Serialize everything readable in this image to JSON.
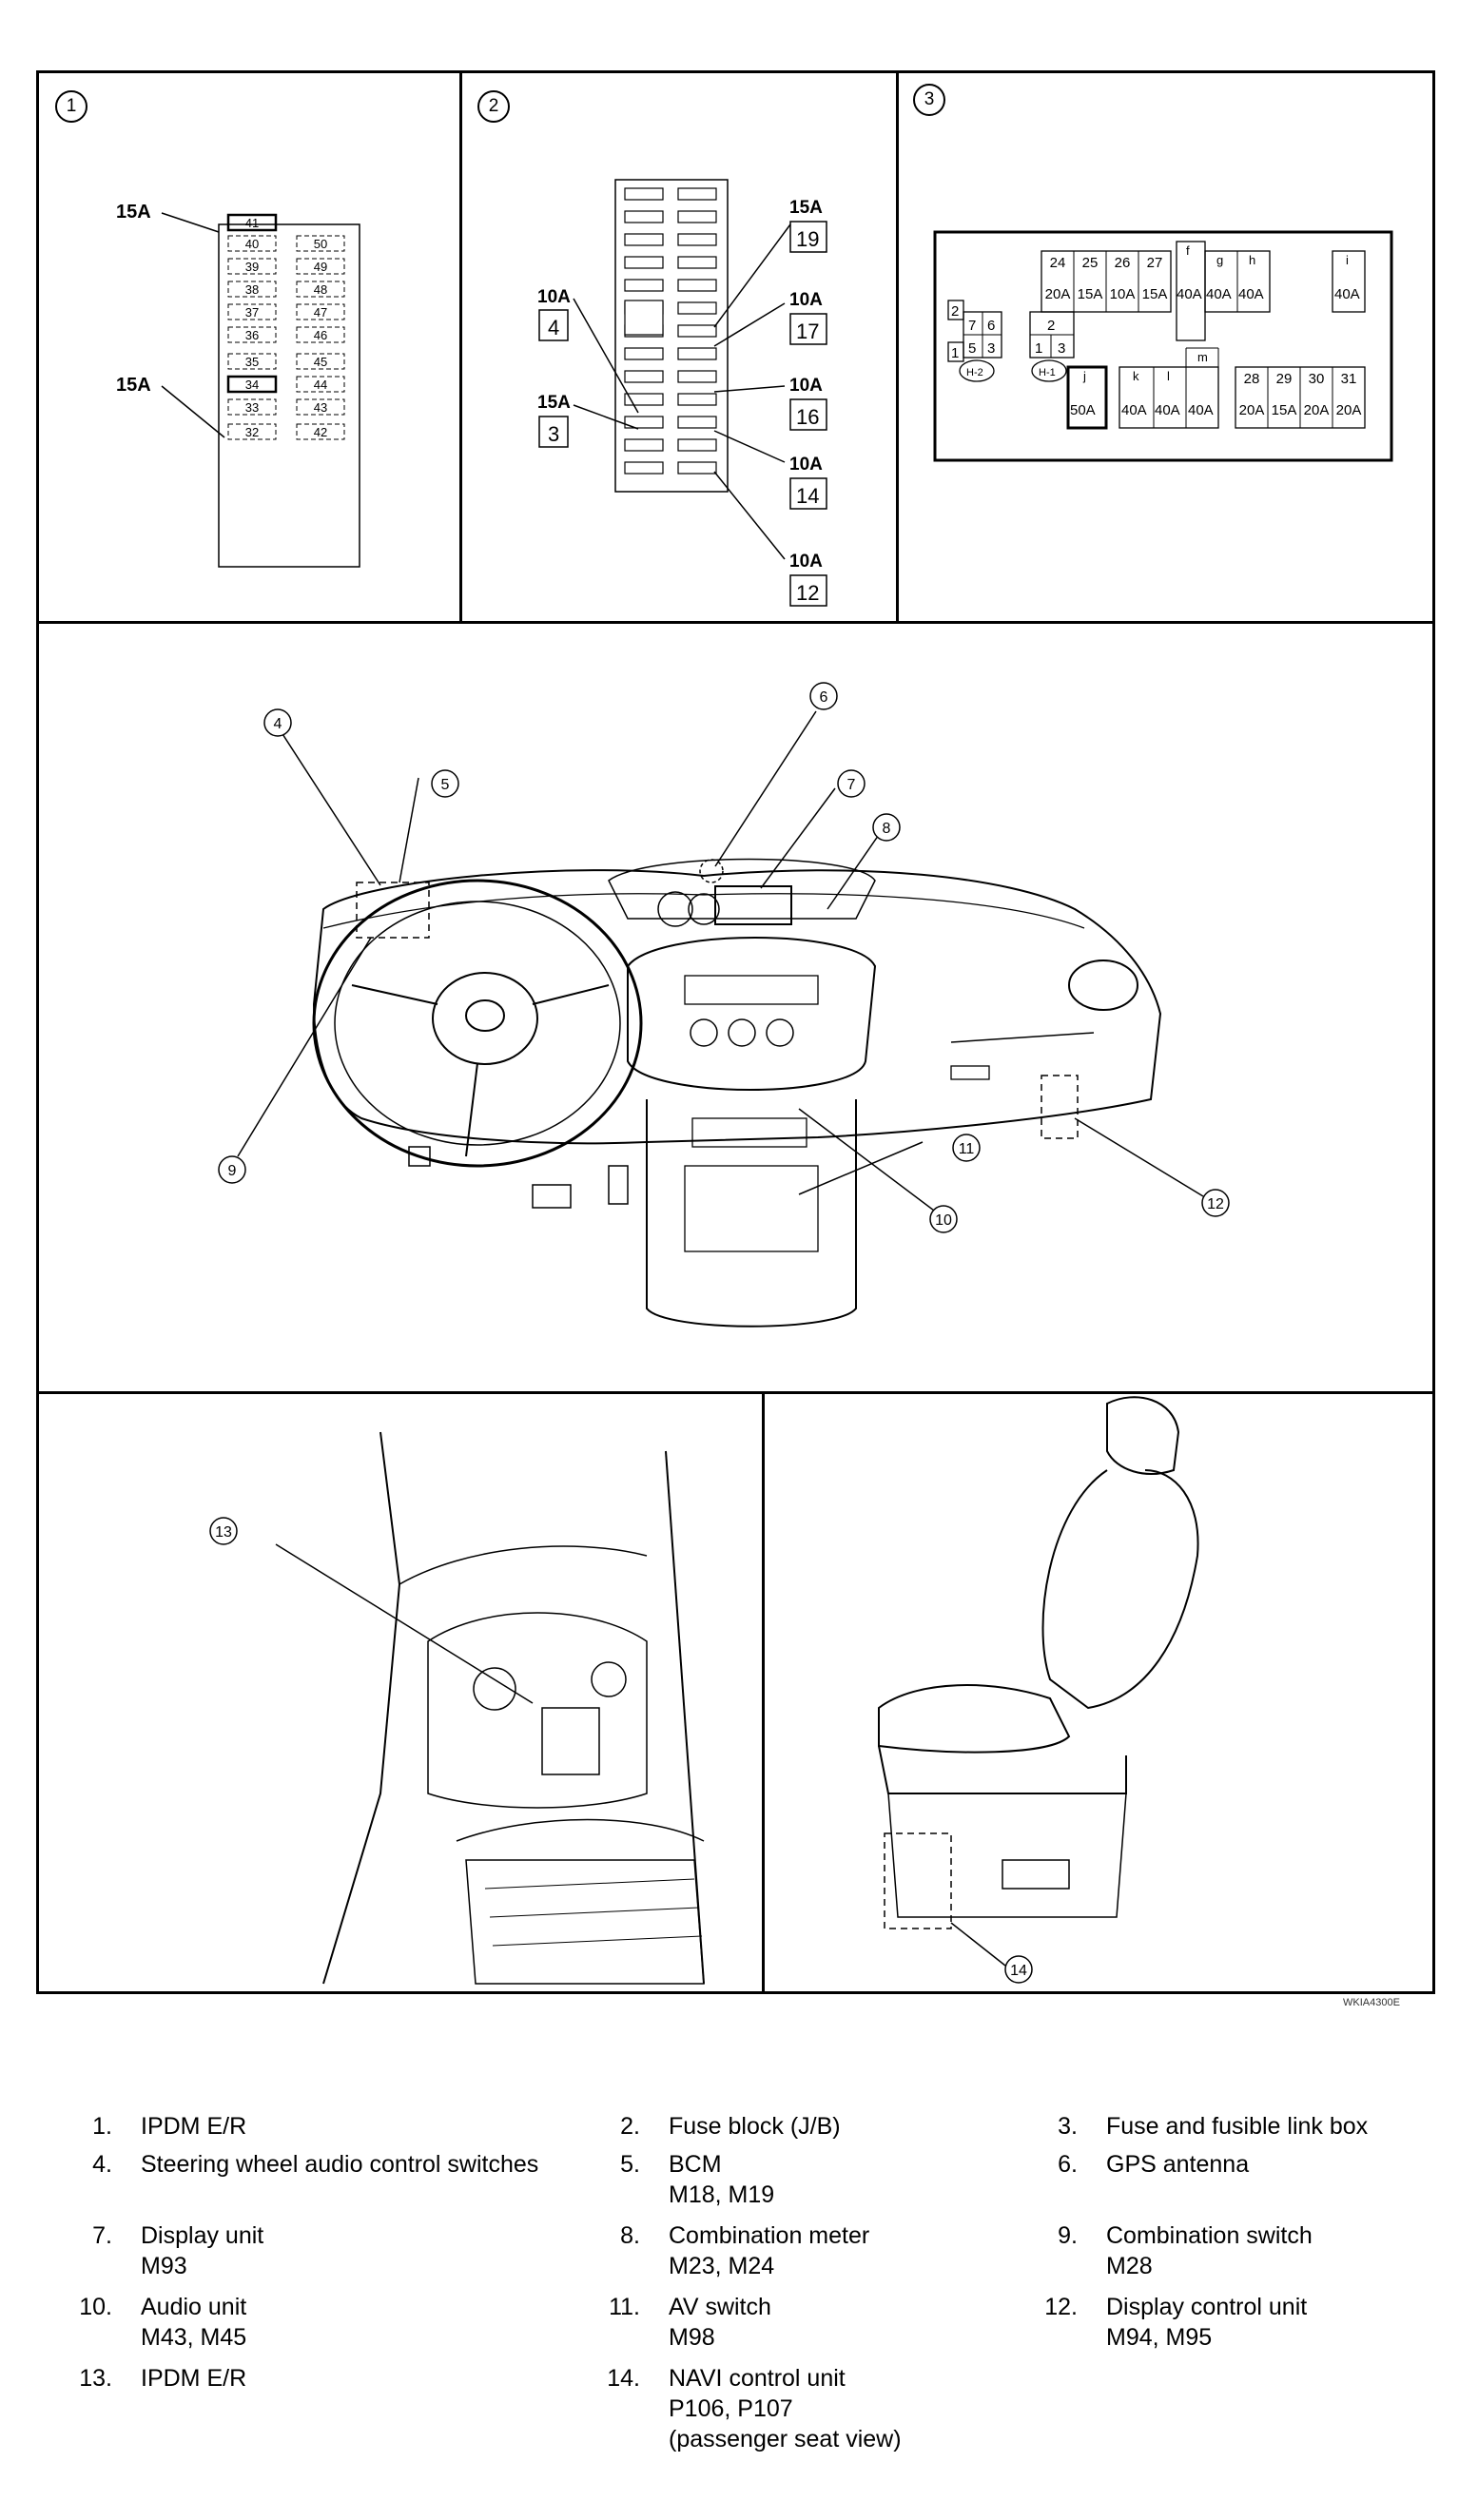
{
  "panels": {
    "p1": {
      "number": "1",
      "label_top": "15A",
      "label_bottom": "15A",
      "fuses_left": [
        "41",
        "40",
        "39",
        "38",
        "37",
        "36",
        "35",
        "34",
        "33",
        "32"
      ],
      "fuses_right": [
        "50",
        "49",
        "48",
        "47",
        "46",
        "45",
        "44",
        "43",
        "42"
      ]
    },
    "p2": {
      "number": "2",
      "callouts": [
        {
          "amp": "10A",
          "num": "4"
        },
        {
          "amp": "15A",
          "num": "3"
        },
        {
          "amp": "15A",
          "num": "19"
        },
        {
          "amp": "10A",
          "num": "17"
        },
        {
          "amp": "10A",
          "num": "16"
        },
        {
          "amp": "10A",
          "num": "14"
        },
        {
          "amp": "10A",
          "num": "12"
        }
      ]
    },
    "p3": {
      "number": "3",
      "small_left": [
        "2",
        "7",
        "6",
        "5",
        "3",
        "1"
      ],
      "small_mid": [
        "2",
        "1",
        "3"
      ],
      "oval_labels": [
        "H-2",
        "H-1"
      ],
      "top_row_nums": [
        "24",
        "25",
        "26",
        "27"
      ],
      "top_row_amps": [
        "20A",
        "15A",
        "10A",
        "15A"
      ],
      "f_letter": "f",
      "f_amp": "40A",
      "g_letter": "g",
      "g_amp": "40A",
      "h_letter": "h",
      "h_amp": "40A",
      "i_letter": "i",
      "i_amp": "40A",
      "j_letter": "j",
      "j_amp": "50A",
      "k_letter": "k",
      "k_amp": "40A",
      "l_letter": "l",
      "l_amp": "40A",
      "m_letter": "m",
      "m_amp": "40A",
      "bottom_row_nums": [
        "28",
        "29",
        "30",
        "31"
      ],
      "bottom_row_amps": [
        "20A",
        "15A",
        "20A",
        "20A"
      ]
    },
    "dash": {
      "callouts": [
        "4",
        "5",
        "6",
        "7",
        "8",
        "9",
        "10",
        "11",
        "12"
      ]
    },
    "engine": {
      "callout": "13"
    },
    "seat": {
      "callout": "14"
    }
  },
  "watermark": "WKIA4300E",
  "legend": [
    {
      "num": "1.",
      "lines": [
        "IPDM E/R"
      ]
    },
    {
      "num": "2.",
      "lines": [
        "Fuse block (J/B)"
      ]
    },
    {
      "num": "3.",
      "lines": [
        "Fuse and fusible link box"
      ]
    },
    {
      "num": "4.",
      "lines": [
        "Steering wheel audio control switches"
      ]
    },
    {
      "num": "5.",
      "lines": [
        "BCM",
        "M18, M19"
      ]
    },
    {
      "num": "6.",
      "lines": [
        "GPS antenna"
      ]
    },
    {
      "num": "7.",
      "lines": [
        "Display unit",
        "M93"
      ]
    },
    {
      "num": "8.",
      "lines": [
        "Combination meter",
        "M23, M24"
      ]
    },
    {
      "num": "9.",
      "lines": [
        "Combination switch",
        "M28"
      ]
    },
    {
      "num": "10.",
      "lines": [
        "Audio unit",
        "M43, M45"
      ]
    },
    {
      "num": "11.",
      "lines": [
        "AV switch",
        "M98"
      ]
    },
    {
      "num": "12.",
      "lines": [
        "Display control unit",
        "M94, M95"
      ]
    },
    {
      "num": "13.",
      "lines": [
        "IPDM E/R"
      ]
    },
    {
      "num": "14.",
      "lines": [
        "NAVI control unit",
        "P106, P107",
        "(passenger seat view)"
      ]
    }
  ]
}
